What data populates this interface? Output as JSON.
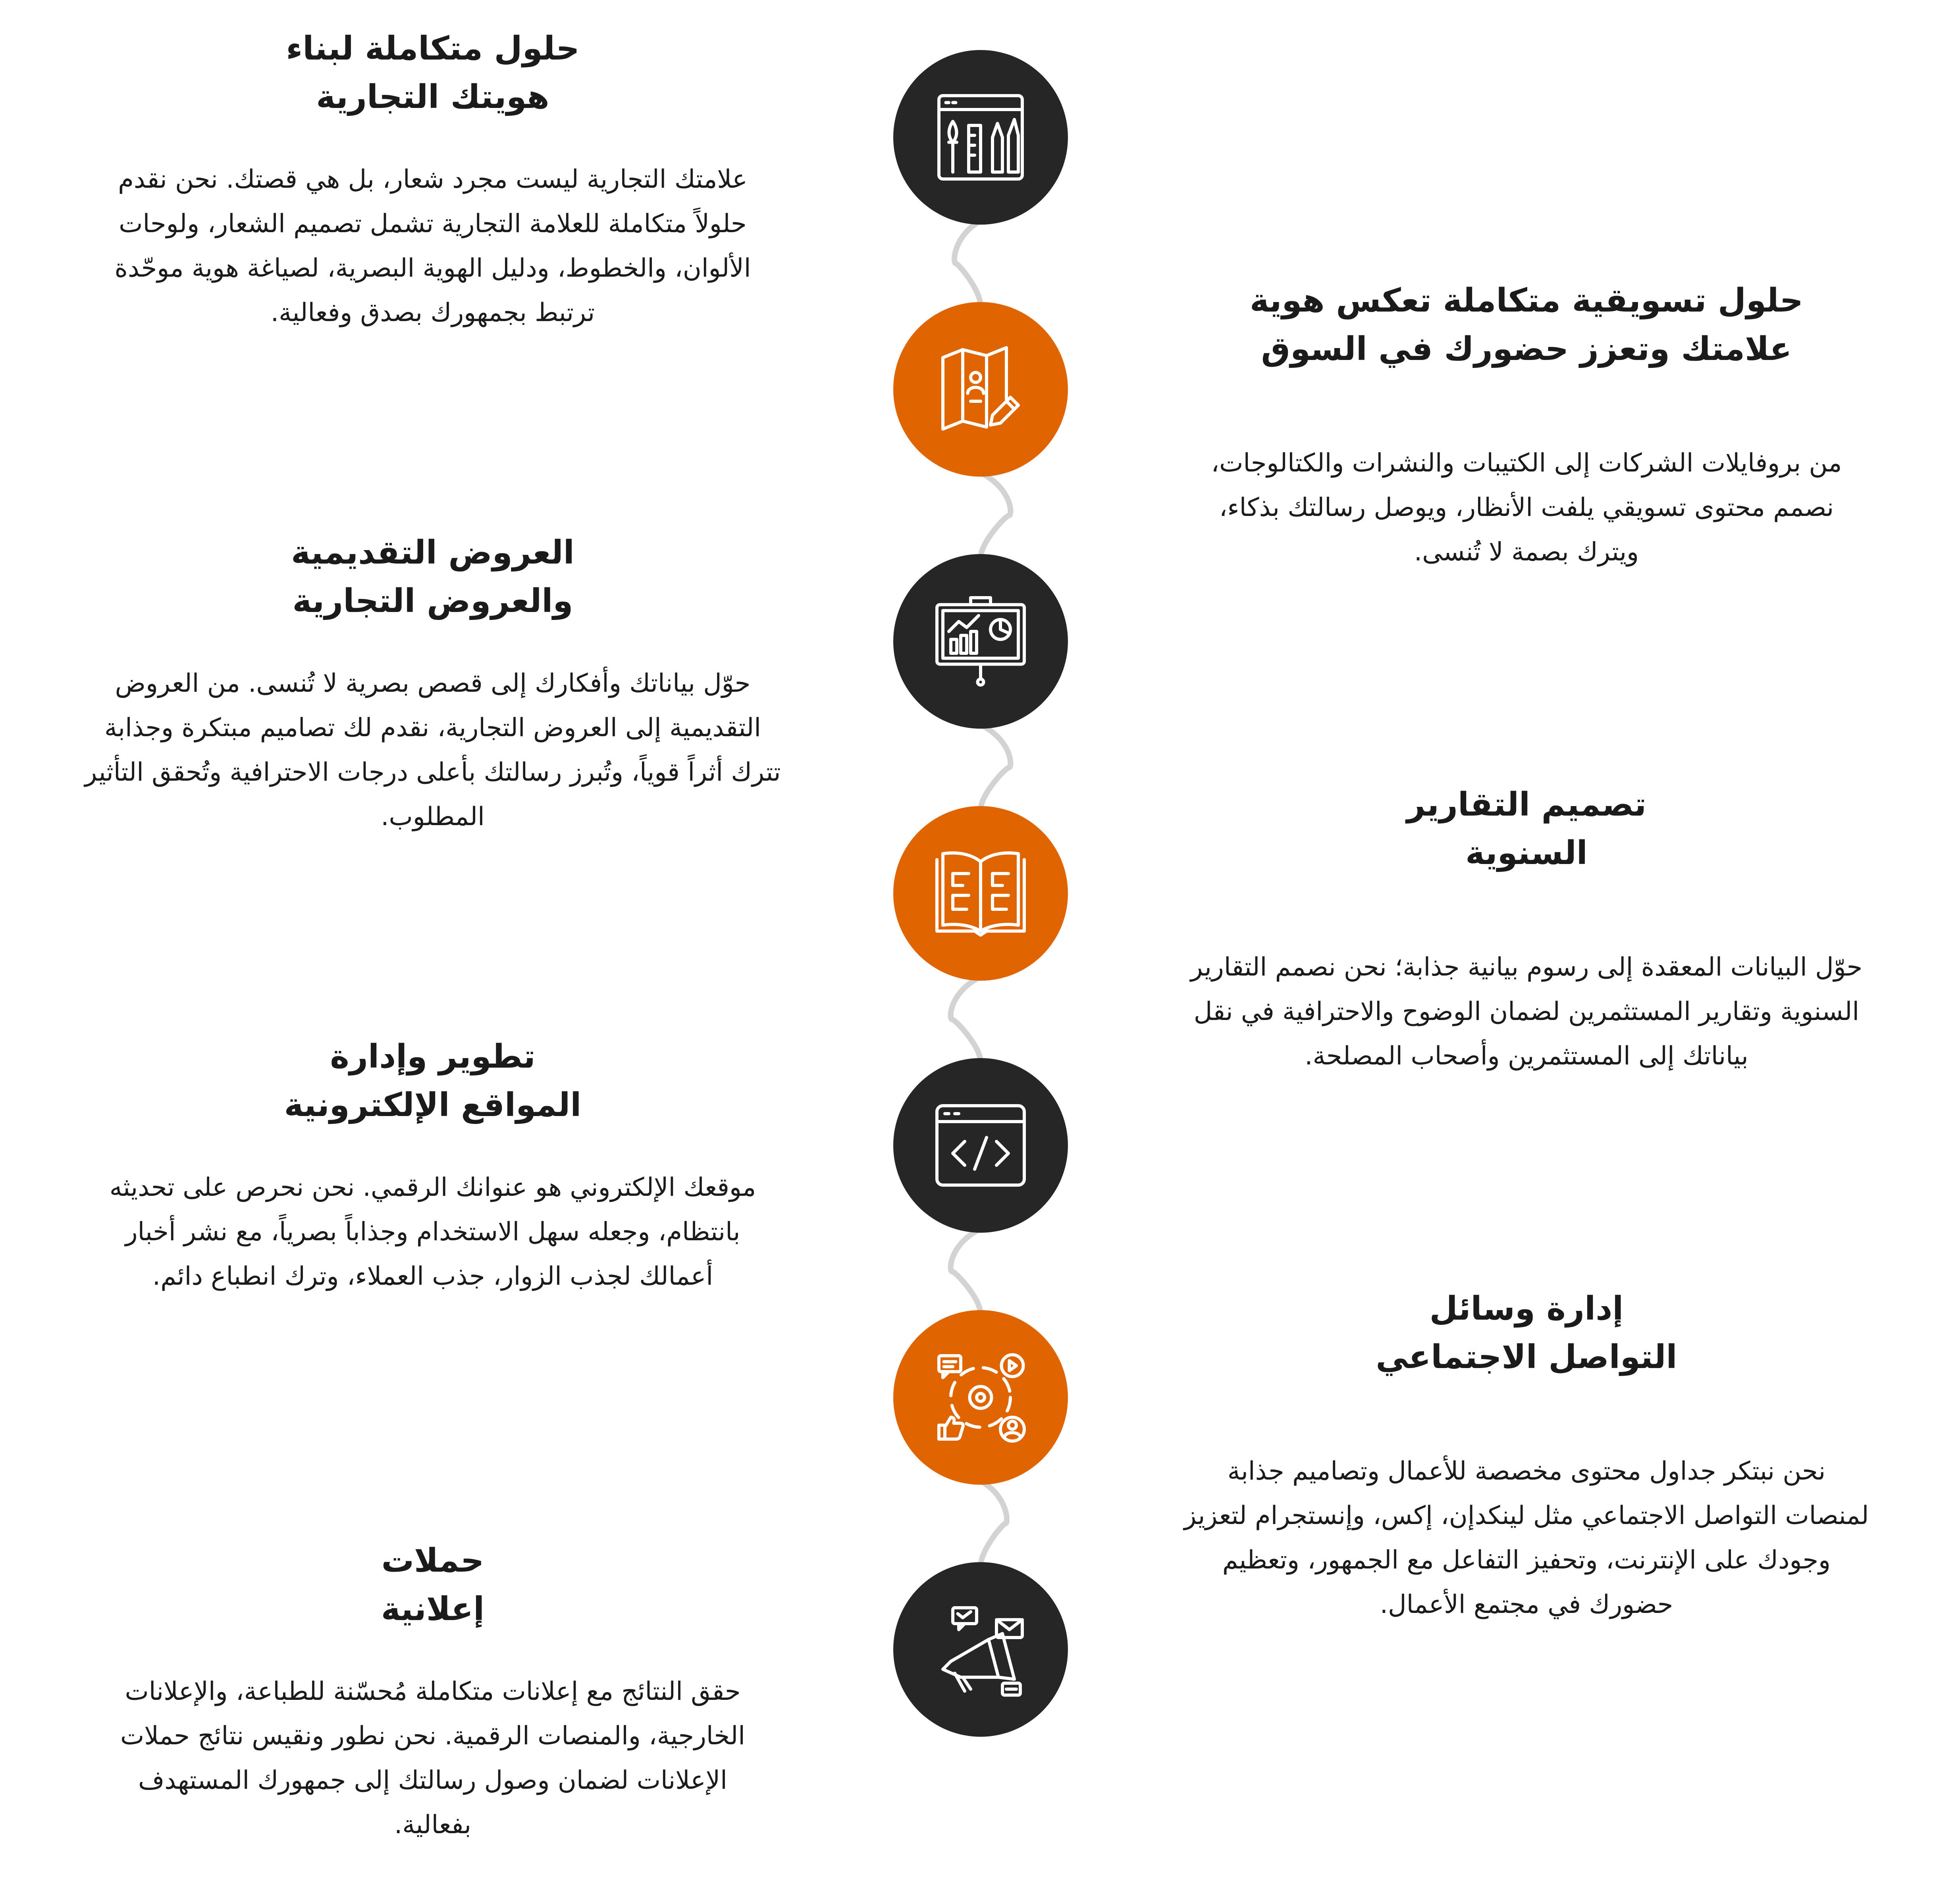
{
  "colors": {
    "dark": "#262626",
    "orange": "#E06400",
    "line": "#d3d3d3"
  },
  "items": [
    {
      "title": [
        "حلول متكاملة لبناء",
        "هويتك التجارية"
      ],
      "desc": [
        "علامتك التجارية ليست مجرد شعار، بل هي قصتك. نحن نقدم",
        "حلولاً متكاملة للعلامة التجارية تشمل تصميم الشعار، ولوحات",
        "الألوان، والخطوط، ودليل الهوية البصرية، لصياغة هوية موحّدة",
        "ترتبط بجمهورك بصدق وفعالية."
      ],
      "icon": "design-tools-icon",
      "color": "dark",
      "side": "left"
    },
    {
      "title": [
        "حلول تسويقية متكاملة تعكس هوية",
        "علامتك وتعزز حضورك في السوق"
      ],
      "desc": [
        "من بروفايلات الشركات إلى الكتيبات والنشرات والكتالوجات،",
        "نصمم محتوى تسويقي يلفت الأنظار، ويوصل رسالتك بذكاء،",
        "ويترك بصمة لا تُنسى."
      ],
      "icon": "brochure-icon",
      "color": "orange",
      "side": "right"
    },
    {
      "title": [
        "العروض التقديمية",
        "والعروض التجارية"
      ],
      "desc": [
        "حوّل بياناتك وأفكارك إلى قصص بصرية لا تُنسى. من العروض",
        "التقديمية إلى العروض التجارية، نقدم لك تصاميم مبتكرة وجذابة",
        "تترك أثراً قوياً، وتُبرز رسالتك بأعلى درجات الاحترافية وتُحقق التأثير",
        "المطلوب."
      ],
      "icon": "presentation-board-icon",
      "color": "dark",
      "side": "left"
    },
    {
      "title": [
        "تصميم التقارير",
        "السنوية"
      ],
      "desc": [
        "حوّل البيانات المعقدة إلى رسوم بيانية جذابة؛ نحن نصمم التقارير",
        "السنوية وتقارير المستثمرين لضمان الوضوح والاحترافية في نقل",
        "بياناتك إلى المستثمرين وأصحاب المصلحة."
      ],
      "icon": "open-book-icon",
      "color": "orange",
      "side": "right"
    },
    {
      "title": [
        "تطوير وإدارة",
        "المواقع الإلكترونية"
      ],
      "desc": [
        "موقعك الإلكتروني هو عنوانك الرقمي. نحن نحرص على تحديثه",
        "بانتظام، وجعله سهل الاستخدام وجذاباً بصرياً، مع نشر أخبار",
        "أعمالك لجذب الزوار، جذب العملاء، وترك انطباع دائم."
      ],
      "icon": "code-window-icon",
      "color": "dark",
      "side": "left"
    },
    {
      "title": [
        "إدارة وسائل",
        "التواصل الاجتماعي"
      ],
      "desc": [
        "نحن نبتكر جداول محتوى مخصصة للأعمال وتصاميم جذابة",
        "لمنصات التواصل الاجتماعي مثل لينكدإن، إكس، وإنستجرام لتعزيز",
        "وجودك على الإنترنت، وتحفيز التفاعل مع الجمهور، وتعظيم",
        "حضورك في مجتمع الأعمال."
      ],
      "icon": "social-media-gear-icon",
      "color": "orange",
      "side": "right"
    },
    {
      "title": [
        "حملات",
        "إعلانية"
      ],
      "desc": [
        "حقق النتائج مع إعلانات متكاملة مُحسّنة للطباعة، والإعلانات",
        "الخارجية، والمنصات الرقمية. نحن نطور ونقيس نتائج حملات",
        "الإعلانات لضمان وصول رسالتك إلى جمهورك المستهدف",
        "بفعالية."
      ],
      "icon": "megaphone-icon",
      "color": "dark",
      "side": "left"
    }
  ]
}
